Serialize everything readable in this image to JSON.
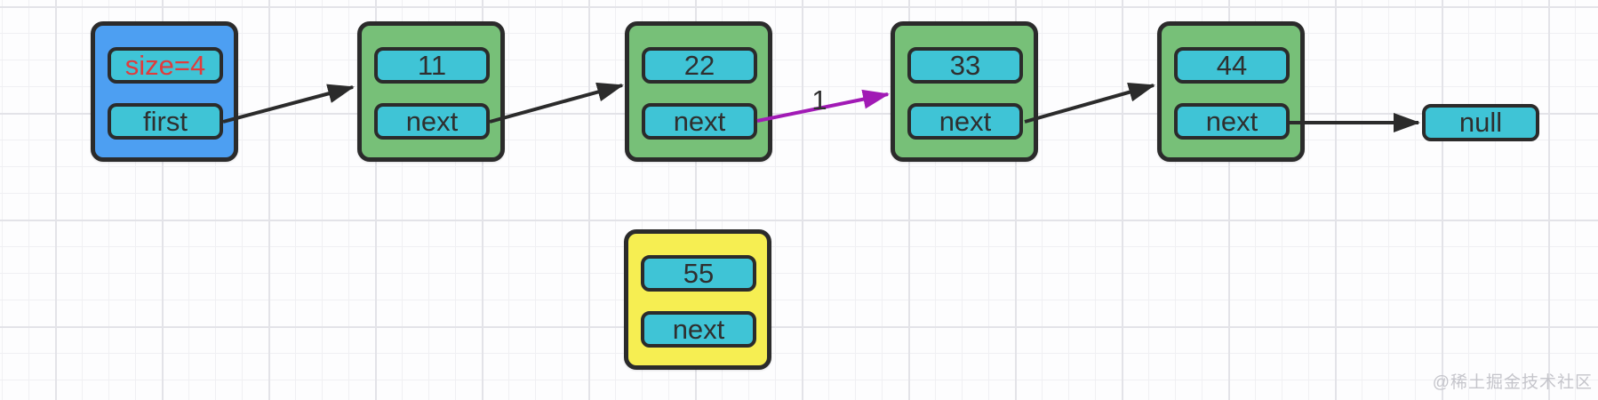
{
  "diagram": {
    "head": {
      "size_label": "size=4",
      "pointer_label": "first"
    },
    "nodes": [
      {
        "value": "11",
        "pointer": "next"
      },
      {
        "value": "22",
        "pointer": "next"
      },
      {
        "value": "33",
        "pointer": "next"
      },
      {
        "value": "44",
        "pointer": "next"
      }
    ],
    "detached_node": {
      "value": "55",
      "pointer": "next"
    },
    "terminator": "null",
    "edge_label": "1"
  },
  "colors": {
    "head_node_fill": "#4d9ff2",
    "list_node_fill": "#77c078",
    "detached_node_fill": "#f6ee52",
    "field_fill": "#3fc4d6",
    "border": "#2b2b2b",
    "text": "#2f2f2f",
    "size_text": "#e03c3c",
    "arrow": "#2b2b2b",
    "highlight_arrow": "#a11ab5",
    "watermark_text": "#c5c5cb"
  },
  "watermark": "@稀土掘金技术社区"
}
